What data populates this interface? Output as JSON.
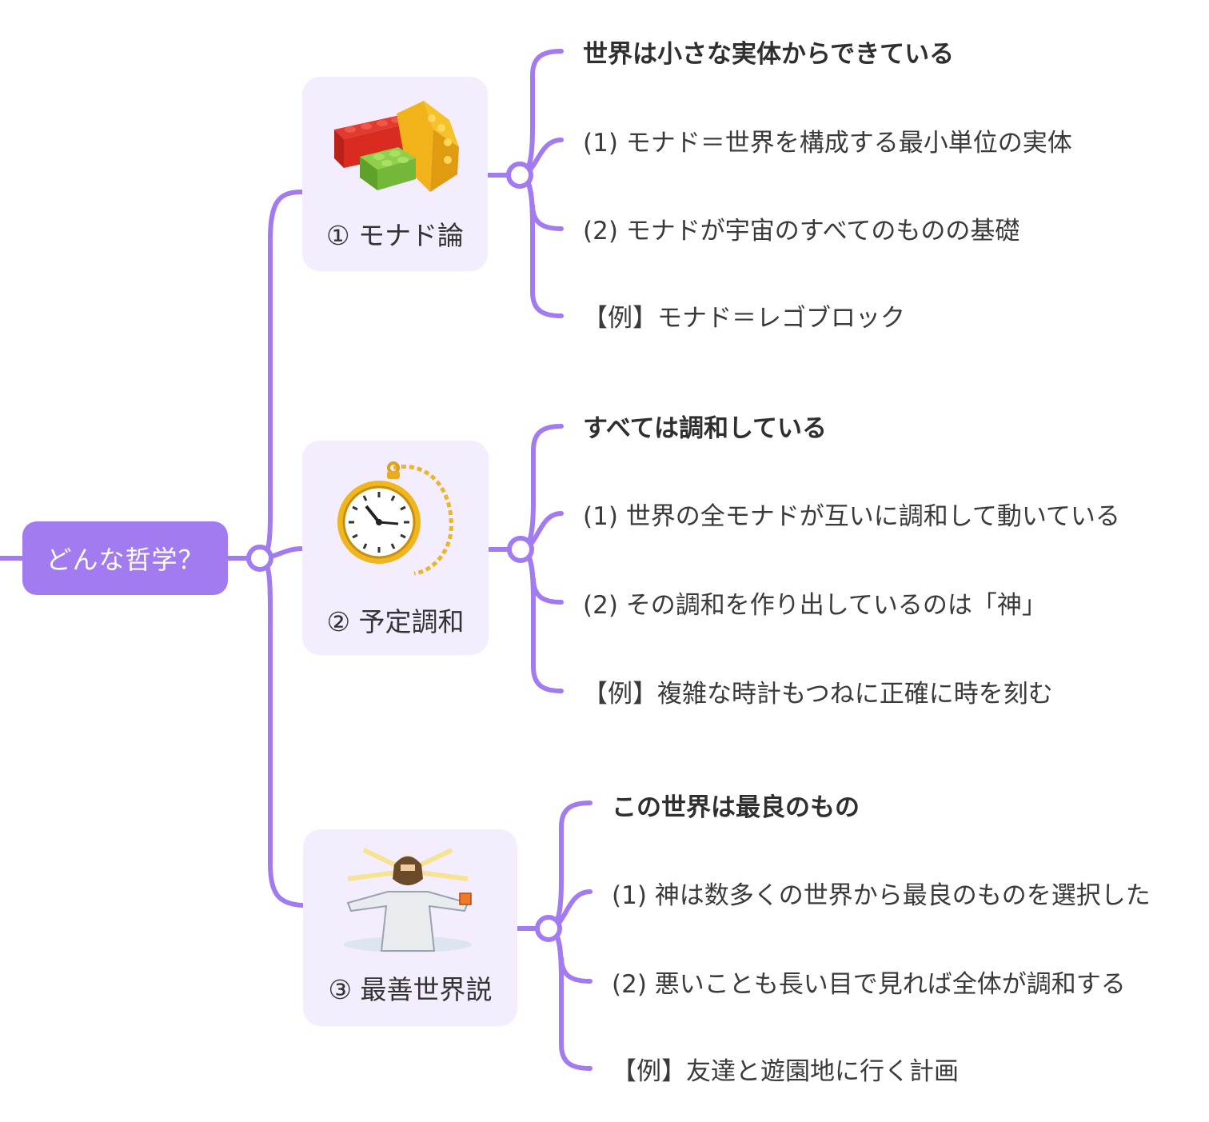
{
  "root": {
    "label": "どんな哲学？"
  },
  "theme": {
    "line_color": "#a37bf0",
    "node_fill": "#a37bf0",
    "card_fill": "#f4edfd",
    "text_color": "#3a3a3a"
  },
  "topics": [
    {
      "label": "① モナド論",
      "image_icon": "lego-blocks-icon",
      "leaves": [
        "世界は小さな実体からできている",
        "(1) モナド＝世界を構成する最小単位の実体",
        "(2) モナドが宇宙のすべてのものの基礎",
        "【例】モナド＝レゴブロック"
      ]
    },
    {
      "label": "② 予定調和",
      "image_icon": "pocket-watch-icon",
      "leaves": [
        "すべては調和している",
        "(1) 世界の全モナドが互いに調和して動いている",
        "(2) その調和を作り出しているのは「神」",
        "【例】複雑な時計もつねに正確に時を刻む"
      ]
    },
    {
      "label": "③ 最善世界説",
      "image_icon": "god-figure-icon",
      "leaves": [
        "この世界は最良のもの",
        "(1) 神は数多くの世界から最良のものを選択した",
        "(2) 悪いことも長い目で見れば全体が調和する",
        "【例】友達と遊園地に行く計画"
      ]
    }
  ]
}
